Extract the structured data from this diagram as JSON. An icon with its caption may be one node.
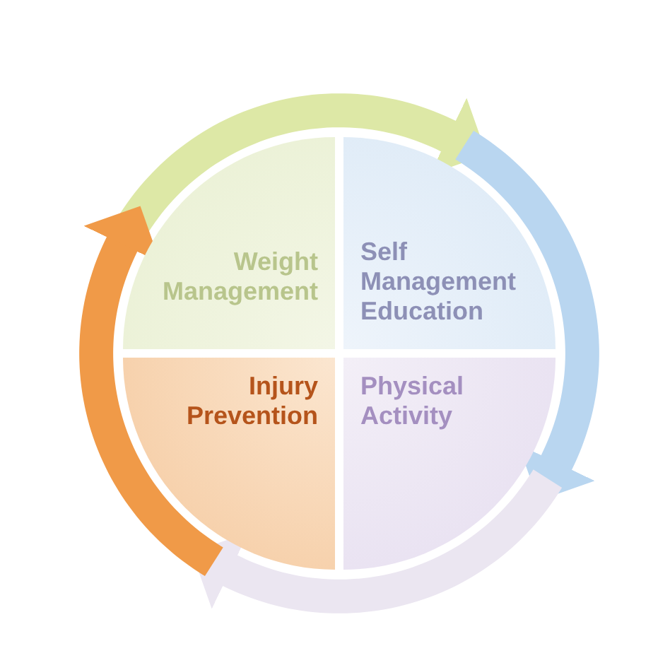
{
  "diagram": {
    "nodes": [
      {
        "text": [
          "Weight Management"
        ]
      },
      {
        "text": [
          "Self Management Education"
        ]
      },
      {
        "text": [
          "Injury Prevention"
        ]
      },
      {
        "text": [
          "Physical Activity"
        ]
      }
    ],
    "edges": [
      {
        "from": 0,
        "to": 1,
        "arrow": "to",
        "color": "#dde8a6"
      },
      {
        "from": 1,
        "to": 3,
        "arrow": "to",
        "color": "#b9d6f0"
      },
      {
        "from": 3,
        "to": 2,
        "arrow": "to",
        "color": "#ebe6f1"
      },
      {
        "from": 2,
        "to": 0,
        "arrow": "to",
        "color": "#f09a48"
      }
    ]
  }
}
